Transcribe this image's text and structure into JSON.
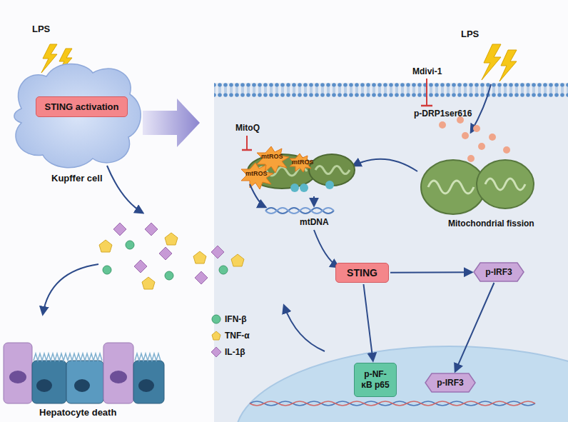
{
  "diagram": {
    "nodes": [
      {
        "text": [
          "Kupffer cell"
        ]
      },
      {
        "text": [
          "STING activation"
        ],
        "in": 0
      },
      {
        "text": [
          "STING"
        ]
      },
      {
        "text": [
          "p-IRF3"
        ]
      },
      {
        "text": [
          "p-IRF3"
        ]
      },
      {
        "text": [
          "p-NF-κB p65"
        ]
      }
    ],
    "edges": [
      {
        "from": 2,
        "to": 3,
        "arrow": "to"
      },
      {
        "from": 3,
        "to": 4,
        "arrow": "to"
      },
      {
        "from": 2,
        "to": 5,
        "arrow": "to"
      }
    ],
    "labels": [
      "LPS",
      "LPS",
      "Mdivi-1",
      "p-DRP1ser616",
      "MitoQ",
      "mtROS",
      "mtROS",
      "mtROS",
      "Mitochondrial fission",
      "mtDNA",
      "Hepatocyte death"
    ],
    "legend": [
      {
        "text": "IFN-β"
      },
      {
        "text": "TNF-α"
      },
      {
        "text": "IL-1β"
      }
    ]
  }
}
